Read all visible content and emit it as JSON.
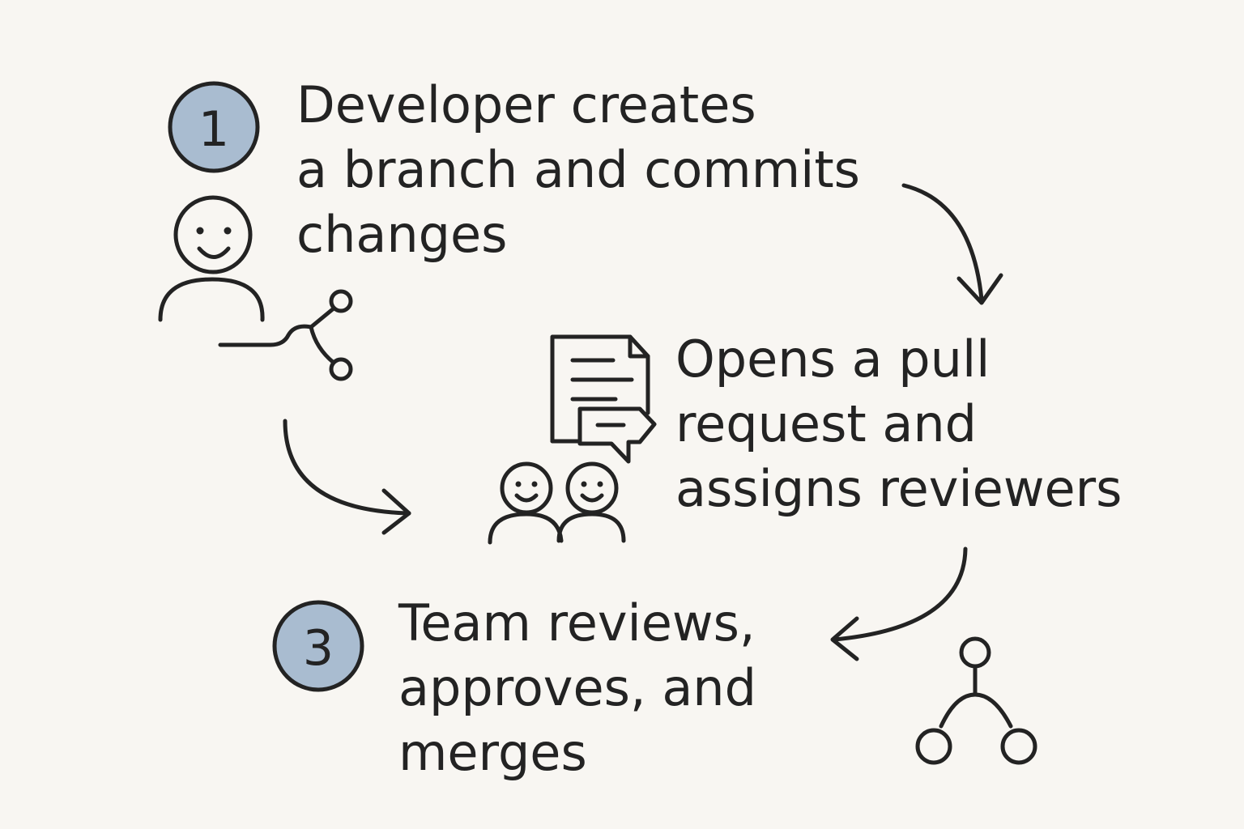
{
  "steps": [
    {
      "number": "1",
      "lines": [
        "Developer creates",
        "a branch and commits",
        "changes"
      ]
    },
    {
      "number": "",
      "lines": [
        "Opens a pull",
        "request and",
        "assigns reviewers"
      ]
    },
    {
      "number": "3",
      "lines": [
        "Team reviews,",
        "approves, and",
        "merges"
      ]
    }
  ],
  "icons": {
    "developer": "person-icon",
    "branch": "git-branch-icon",
    "pull_request": "pull-request-document-icon",
    "reviewers": "two-people-icon",
    "merge": "git-merge-icon"
  },
  "colors": {
    "background": "#f8f6f2",
    "ink": "#232323",
    "badge_fill": "#a9bcd0"
  }
}
